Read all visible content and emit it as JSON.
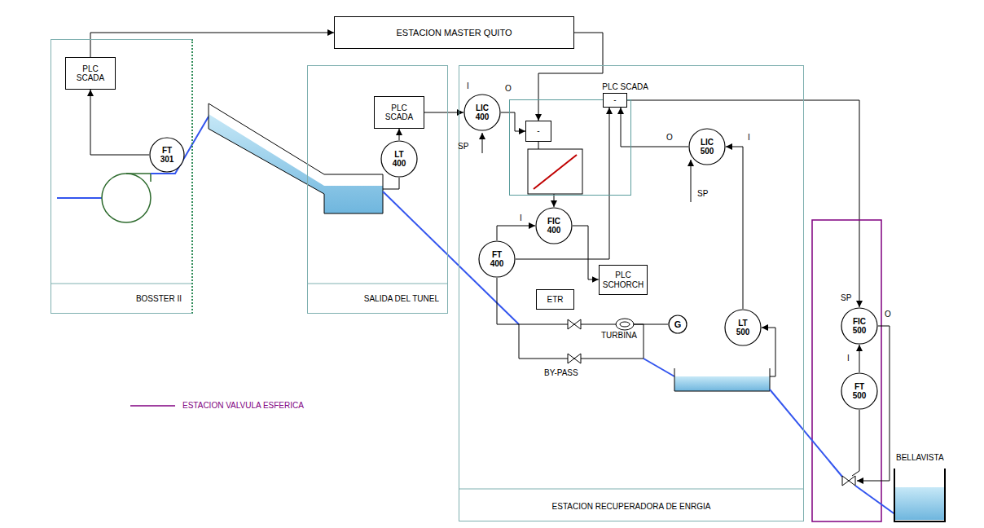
{
  "diagram": {
    "nodes": [
      {
        "text": [
          "BOSSTER II"
        ]
      },
      {
        "text": [
          "PLC SCADA"
        ],
        "in": 0
      },
      {
        "text": [
          "FT 301"
        ],
        "in": 0
      },
      {
        "text": [
          "ESTACION MASTER QUITO"
        ]
      },
      {
        "text": [
          "SALIDA DEL TUNEL"
        ]
      },
      {
        "text": [
          "PLC SCADA"
        ],
        "in": 4
      },
      {
        "text": [
          "LT 400"
        ],
        "in": 4
      },
      {
        "text": [
          "ESTACION RECUPERADORA DE ENRGIA"
        ]
      },
      {
        "text": [
          "LIC 400"
        ],
        "in": 7
      },
      {
        "text": [
          "PLC SCADA"
        ],
        "in": 7
      },
      {
        "text": [
          "-"
        ],
        "in": 9
      },
      {
        "text": [
          "-"
        ],
        "in": 9
      },
      {
        "text": [
          "FIC 400"
        ],
        "in": 7
      },
      {
        "text": [
          "LIC 500"
        ],
        "in": 7
      },
      {
        "text": [
          "FT 400"
        ],
        "in": 7
      },
      {
        "text": [
          "ETR"
        ],
        "in": 7
      },
      {
        "text": [
          "PLC SCHORCH"
        ],
        "in": 7
      },
      {
        "text": [
          "G"
        ],
        "in": 7
      },
      {
        "text": [
          "LT 500"
        ],
        "in": 7
      },
      {
        "text": [
          "FIC 500"
        ]
      },
      {
        "text": [
          "FT 500"
        ]
      }
    ],
    "edges": [
      {
        "from": 2,
        "to": 1,
        "arrow": "to"
      },
      {
        "from": 1,
        "to": 3,
        "arrow": "to"
      },
      {
        "from": 6,
        "to": 5,
        "arrow": "to"
      },
      {
        "from": 5,
        "to": 8,
        "arrow": "to"
      },
      {
        "from": 3,
        "to": 10,
        "arrow": "to"
      },
      {
        "from": 8,
        "to": 10,
        "arrow": "to"
      },
      {
        "from": 10,
        "to": 12,
        "arrow": "to"
      },
      {
        "from": 14,
        "to": 12,
        "arrow": "to"
      },
      {
        "from": 12,
        "to": 16,
        "arrow": "to"
      },
      {
        "from": 14,
        "to": 11,
        "arrow": "to"
      },
      {
        "from": 18,
        "to": 13,
        "arrow": "to"
      },
      {
        "from": 13,
        "to": 11,
        "arrow": "to"
      },
      {
        "from": 11,
        "to": 19,
        "arrow": "to"
      },
      {
        "from": 20,
        "to": 19,
        "arrow": "to"
      }
    ],
    "labels": [
      "I",
      "O",
      "SP",
      "O",
      "I",
      "SP",
      "I",
      "SP",
      "O",
      "TURBINA",
      "I",
      "BY-PASS",
      "BELLAVISTA"
    ],
    "legend": [
      {
        "text": "ESTACION VALVULA ESFERICA"
      }
    ]
  }
}
